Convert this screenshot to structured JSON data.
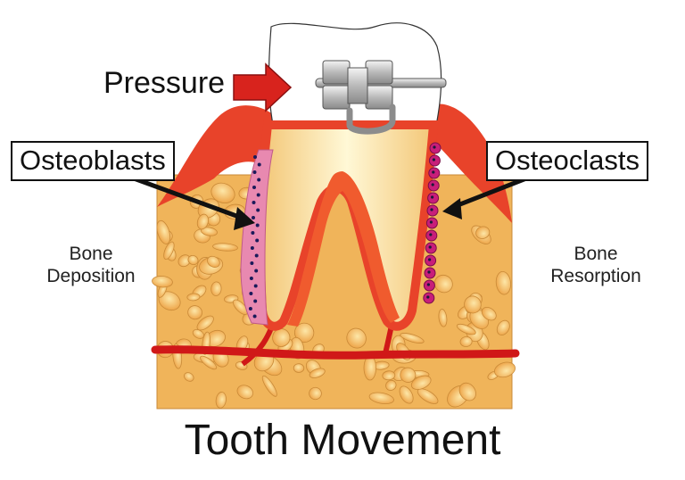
{
  "diagram": {
    "title": "Tooth Movement",
    "pressure_label": "Pressure",
    "osteoblasts_label": "Osteoblasts",
    "osteoclasts_label": "Osteoclasts",
    "left_caption": {
      "line1": "Bone",
      "line2": "Deposition"
    },
    "right_caption": {
      "line1": "Bone",
      "line2": "Resorption"
    }
  },
  "colors": {
    "bone": "#f0b45a",
    "bone_cell": "#f8d890",
    "gum": "#e8432a",
    "blood_vessel": "#d01818",
    "enamel": "#ffffff",
    "dentin": "#fbe9a8",
    "pulp": "#f05b2e",
    "arrow": "#d8231d",
    "osteoblast_layer": "#e889b0",
    "osteoclast_layer": "#c81e7a",
    "bracket": "#b8b8b8"
  }
}
